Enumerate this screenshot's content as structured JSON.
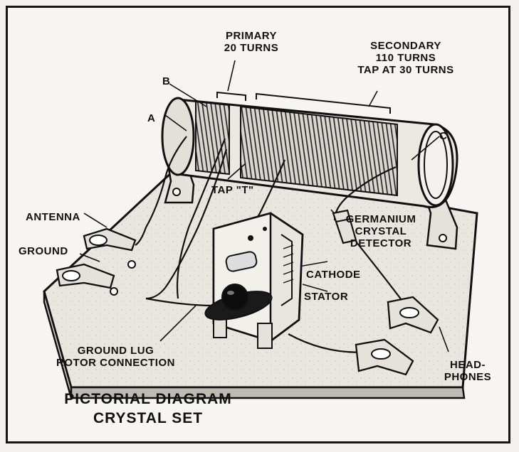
{
  "labels": {
    "primary": "PRIMARY\n20 TURNS",
    "secondary": "SECONDARY\n110 TURNS\nTAP AT 30 TURNS",
    "b": "B",
    "a": "A",
    "c": "C",
    "antenna": "ANTENNA",
    "ground": "GROUND",
    "tap": "TAP \"T\"",
    "germanium": "GERMANIUM\nCRYSTAL\nDETECTOR",
    "cathode": "CATHODE",
    "stator": "STATOR",
    "ground_lug": "GROUND LUG\nROTOR CONNECTION",
    "headphones": "HEAD-\nPHONES"
  },
  "caption": {
    "line1": "PICTORIAL DIAGRAM",
    "line2": "CRYSTAL SET"
  }
}
